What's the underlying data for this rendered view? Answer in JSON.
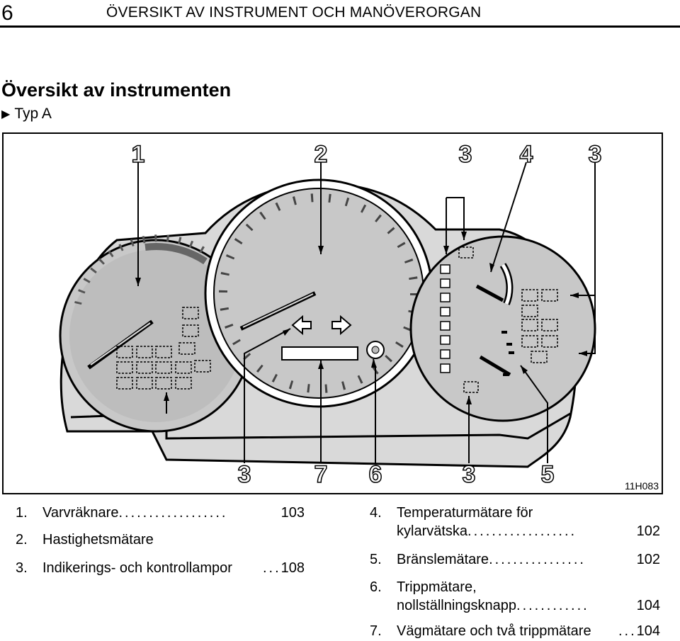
{
  "header": {
    "page_number": "6",
    "title": "ÖVERSIKT AV INSTRUMENT OCH MANÖVERORGAN"
  },
  "section_title": "Översikt av instrumenten",
  "subsection": {
    "marker": "▶",
    "label": "Typ A"
  },
  "figure": {
    "callouts": {
      "c1": "1",
      "c2": "2",
      "c3a": "3",
      "c4": "4",
      "c3b": "3",
      "c3c": "3",
      "c7": "7",
      "c6": "6",
      "c3d": "3",
      "c5": "5"
    },
    "code": "11H083"
  },
  "legend": {
    "left": [
      {
        "num": "1.",
        "label": "Varvräknare",
        "dots": "..................",
        "page": "103"
      },
      {
        "num": "2.",
        "label": "Hastighetsmätare"
      },
      {
        "num": "3.",
        "label": "Indikerings- och kontrollampor",
        "dots": "...",
        "page": "108"
      }
    ],
    "right": [
      {
        "num": "4.",
        "label": "Temperaturmätare för",
        "label2": "kylarvätska",
        "dots": "..................",
        "page": "102"
      },
      {
        "num": "5.",
        "label": "Bränslemätare",
        "dots": "................",
        "page": "102"
      },
      {
        "num": "6.",
        "label": "Trippmätare,",
        "label2": "nollställningsknapp",
        "dots": "............",
        "page": "104"
      },
      {
        "num": "7.",
        "label": "Vägmätare och två trippmätare",
        "dots": "...",
        "page": "104"
      }
    ]
  }
}
